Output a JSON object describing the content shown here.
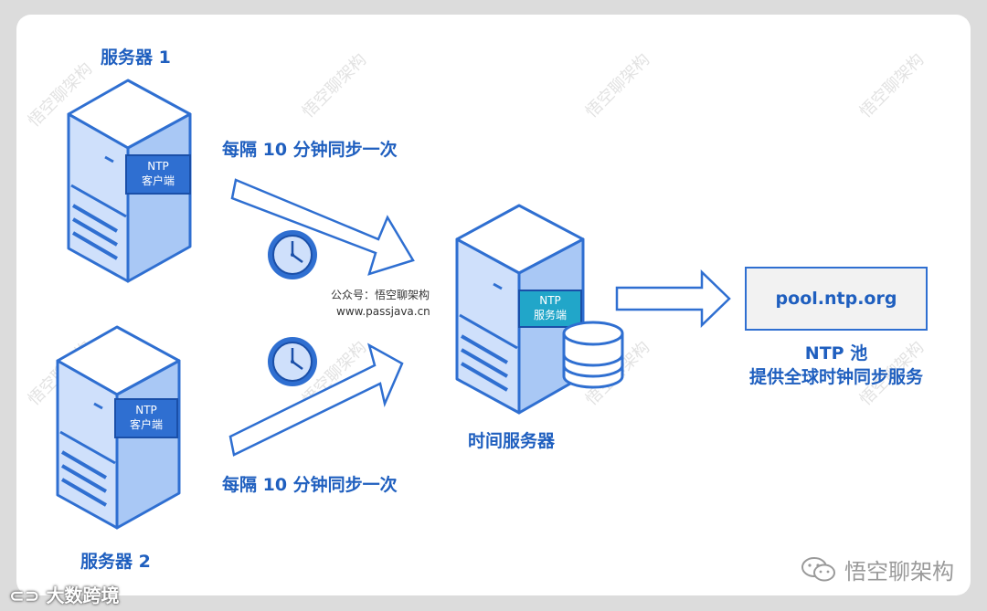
{
  "servers": {
    "server1_label": "服务器 1",
    "server2_label": "服务器 2",
    "time_server_label": "时间服务器",
    "client_tag_line1": "NTP",
    "client_tag_line2": "客户端",
    "server_tag_line1": "NTP",
    "server_tag_line2": "服务端"
  },
  "arrows": {
    "top_label": "每隔 10 分钟同步一次",
    "bottom_label": "每隔 10 分钟同步一次"
  },
  "watermark": {
    "line1": "公众号：悟空聊架构",
    "line2": "www.passjava.cn",
    "corner": "大数跨境",
    "brand": "悟空聊架构",
    "diagonal": "悟空聊架构"
  },
  "pool": {
    "box_text": "pool.ntp.org",
    "caption_line1": "NTP 池",
    "caption_line2": "提供全球时钟同步服务"
  },
  "colors": {
    "stroke": "#2f6fd1",
    "fill_light": "#a9c8f5",
    "fill_lighter": "#cfe0fb",
    "tag_blue": "#2f6fd1",
    "tag_teal": "#21a6c9",
    "text_blue": "#1f5fbf"
  }
}
